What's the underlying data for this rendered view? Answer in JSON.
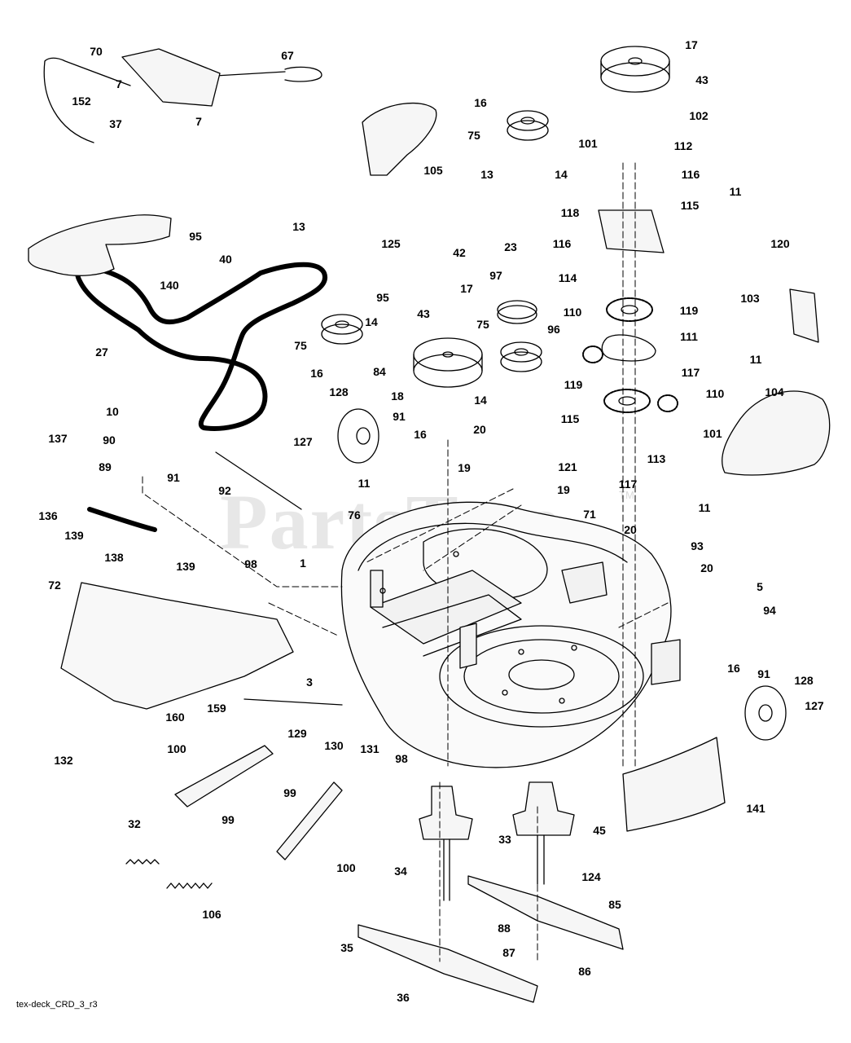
{
  "watermark": "PartsTree",
  "trademark": "TM",
  "footer_code": "tex-deck_CRD_3_r3",
  "callouts": [
    {
      "id": "c70",
      "text": "70"
    },
    {
      "id": "c67",
      "text": "67"
    },
    {
      "id": "c7a",
      "text": "7"
    },
    {
      "id": "c7b",
      "text": "7"
    },
    {
      "id": "c152",
      "text": "152"
    },
    {
      "id": "c37",
      "text": "37"
    },
    {
      "id": "c17a",
      "text": "17"
    },
    {
      "id": "c43a",
      "text": "43"
    },
    {
      "id": "c16a",
      "text": "16"
    },
    {
      "id": "c102",
      "text": "102"
    },
    {
      "id": "c75a",
      "text": "75"
    },
    {
      "id": "c101a",
      "text": "101"
    },
    {
      "id": "c112",
      "text": "112"
    },
    {
      "id": "c105",
      "text": "105"
    },
    {
      "id": "c13a",
      "text": "13"
    },
    {
      "id": "c14a",
      "text": "14"
    },
    {
      "id": "c116a",
      "text": "116"
    },
    {
      "id": "c95a",
      "text": "95"
    },
    {
      "id": "c40",
      "text": "40"
    },
    {
      "id": "c13b",
      "text": "13"
    },
    {
      "id": "c125",
      "text": "125"
    },
    {
      "id": "c118",
      "text": "118"
    },
    {
      "id": "c115a",
      "text": "115"
    },
    {
      "id": "c11a",
      "text": "11"
    },
    {
      "id": "c116b",
      "text": "116"
    },
    {
      "id": "c120",
      "text": "120"
    },
    {
      "id": "c42",
      "text": "42"
    },
    {
      "id": "c23",
      "text": "23"
    },
    {
      "id": "c140",
      "text": "140"
    },
    {
      "id": "c95b",
      "text": "95"
    },
    {
      "id": "c97",
      "text": "97"
    },
    {
      "id": "c114",
      "text": "114"
    },
    {
      "id": "c17b",
      "text": "17"
    },
    {
      "id": "c103",
      "text": "103"
    },
    {
      "id": "c119a",
      "text": "119"
    },
    {
      "id": "c110a",
      "text": "110"
    },
    {
      "id": "c14b",
      "text": "14"
    },
    {
      "id": "c43b",
      "text": "43"
    },
    {
      "id": "c75b",
      "text": "75"
    },
    {
      "id": "c96",
      "text": "96"
    },
    {
      "id": "c27",
      "text": "27"
    },
    {
      "id": "c75c",
      "text": "75"
    },
    {
      "id": "c111",
      "text": "111"
    },
    {
      "id": "c11b",
      "text": "11"
    },
    {
      "id": "c16b",
      "text": "16"
    },
    {
      "id": "c84",
      "text": "84"
    },
    {
      "id": "c117a",
      "text": "117"
    },
    {
      "id": "c119b",
      "text": "119"
    },
    {
      "id": "c110b",
      "text": "110"
    },
    {
      "id": "c104",
      "text": "104"
    },
    {
      "id": "c18",
      "text": "18"
    },
    {
      "id": "c14c",
      "text": "14"
    },
    {
      "id": "c10",
      "text": "10"
    },
    {
      "id": "c128a",
      "text": "128"
    },
    {
      "id": "c115b",
      "text": "115"
    },
    {
      "id": "c137",
      "text": "137"
    },
    {
      "id": "c90",
      "text": "90"
    },
    {
      "id": "c127a",
      "text": "127"
    },
    {
      "id": "c91a",
      "text": "91"
    },
    {
      "id": "c16c",
      "text": "16"
    },
    {
      "id": "c20a",
      "text": "20"
    },
    {
      "id": "c101b",
      "text": "101"
    },
    {
      "id": "c113",
      "text": "113"
    },
    {
      "id": "c89",
      "text": "89"
    },
    {
      "id": "c91b",
      "text": "91"
    },
    {
      "id": "c19a",
      "text": "19"
    },
    {
      "id": "c121",
      "text": "121"
    },
    {
      "id": "c136",
      "text": "136"
    },
    {
      "id": "c19b",
      "text": "19"
    },
    {
      "id": "c117b",
      "text": "117"
    },
    {
      "id": "c92",
      "text": "92"
    },
    {
      "id": "c11c",
      "text": "11"
    },
    {
      "id": "c76",
      "text": "76"
    },
    {
      "id": "c71",
      "text": "71"
    },
    {
      "id": "c11d",
      "text": "11"
    },
    {
      "id": "c139a",
      "text": "139"
    },
    {
      "id": "c93",
      "text": "93"
    },
    {
      "id": "c20b",
      "text": "20"
    },
    {
      "id": "c138",
      "text": "138"
    },
    {
      "id": "c139b",
      "text": "139"
    },
    {
      "id": "c98a",
      "text": "98"
    },
    {
      "id": "c1",
      "text": "1"
    },
    {
      "id": "c20c",
      "text": "20"
    },
    {
      "id": "c72",
      "text": "72"
    },
    {
      "id": "c5",
      "text": "5"
    },
    {
      "id": "c94",
      "text": "94"
    },
    {
      "id": "c3",
      "text": "3"
    },
    {
      "id": "c16d",
      "text": "16"
    },
    {
      "id": "c91c",
      "text": "91"
    },
    {
      "id": "c128b",
      "text": "128"
    },
    {
      "id": "c159",
      "text": "159"
    },
    {
      "id": "c160",
      "text": "160"
    },
    {
      "id": "c127b",
      "text": "127"
    },
    {
      "id": "c129",
      "text": "129"
    },
    {
      "id": "c130",
      "text": "130"
    },
    {
      "id": "c131",
      "text": "131"
    },
    {
      "id": "c98b",
      "text": "98"
    },
    {
      "id": "c132",
      "text": "132"
    },
    {
      "id": "c100a",
      "text": "100"
    },
    {
      "id": "c141",
      "text": "141"
    },
    {
      "id": "c99a",
      "text": "99"
    },
    {
      "id": "c99b",
      "text": "99"
    },
    {
      "id": "c32",
      "text": "32"
    },
    {
      "id": "c33",
      "text": "33"
    },
    {
      "id": "c45",
      "text": "45"
    },
    {
      "id": "c100b",
      "text": "100"
    },
    {
      "id": "c34",
      "text": "34"
    },
    {
      "id": "c124",
      "text": "124"
    },
    {
      "id": "c106",
      "text": "106"
    },
    {
      "id": "c85",
      "text": "85"
    },
    {
      "id": "c88",
      "text": "88"
    },
    {
      "id": "c87",
      "text": "87"
    },
    {
      "id": "c35",
      "text": "35"
    },
    {
      "id": "c86",
      "text": "86"
    },
    {
      "id": "c36",
      "text": "36"
    }
  ]
}
